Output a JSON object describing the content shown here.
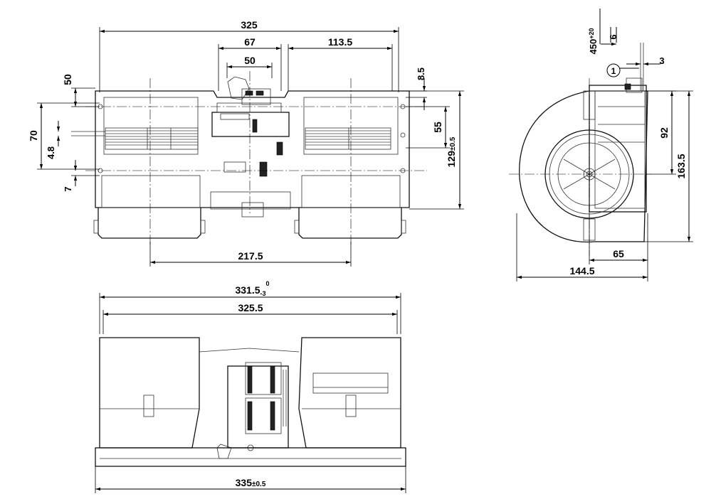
{
  "front_view": {
    "overall_width": "325",
    "connector_width": "67",
    "plug_width": "50",
    "right_offset": "113.5",
    "top_offset": "8.5",
    "left_height": "50",
    "left_span": "70",
    "mount_hole": "4.8",
    "bottom_offset": "7",
    "right_span": "55",
    "overall_height_main": "129",
    "overall_height_tol": "±0.5",
    "mount_spacing": "217.5"
  },
  "side_view": {
    "cable_length_main": "450",
    "cable_length_tol": "+20",
    "cable_offset": "6",
    "flange_width": "3",
    "callout": "1",
    "upper_height": "92",
    "total_height": "163.5",
    "depth": "65",
    "overall_depth": "144.5"
  },
  "top_view": {
    "width_main": "331.5",
    "width_tol_upper": "0",
    "width_tol_lower": "-3",
    "inner_width": "325.5",
    "base_width_main": "335",
    "base_width_tol": "±0.5"
  }
}
